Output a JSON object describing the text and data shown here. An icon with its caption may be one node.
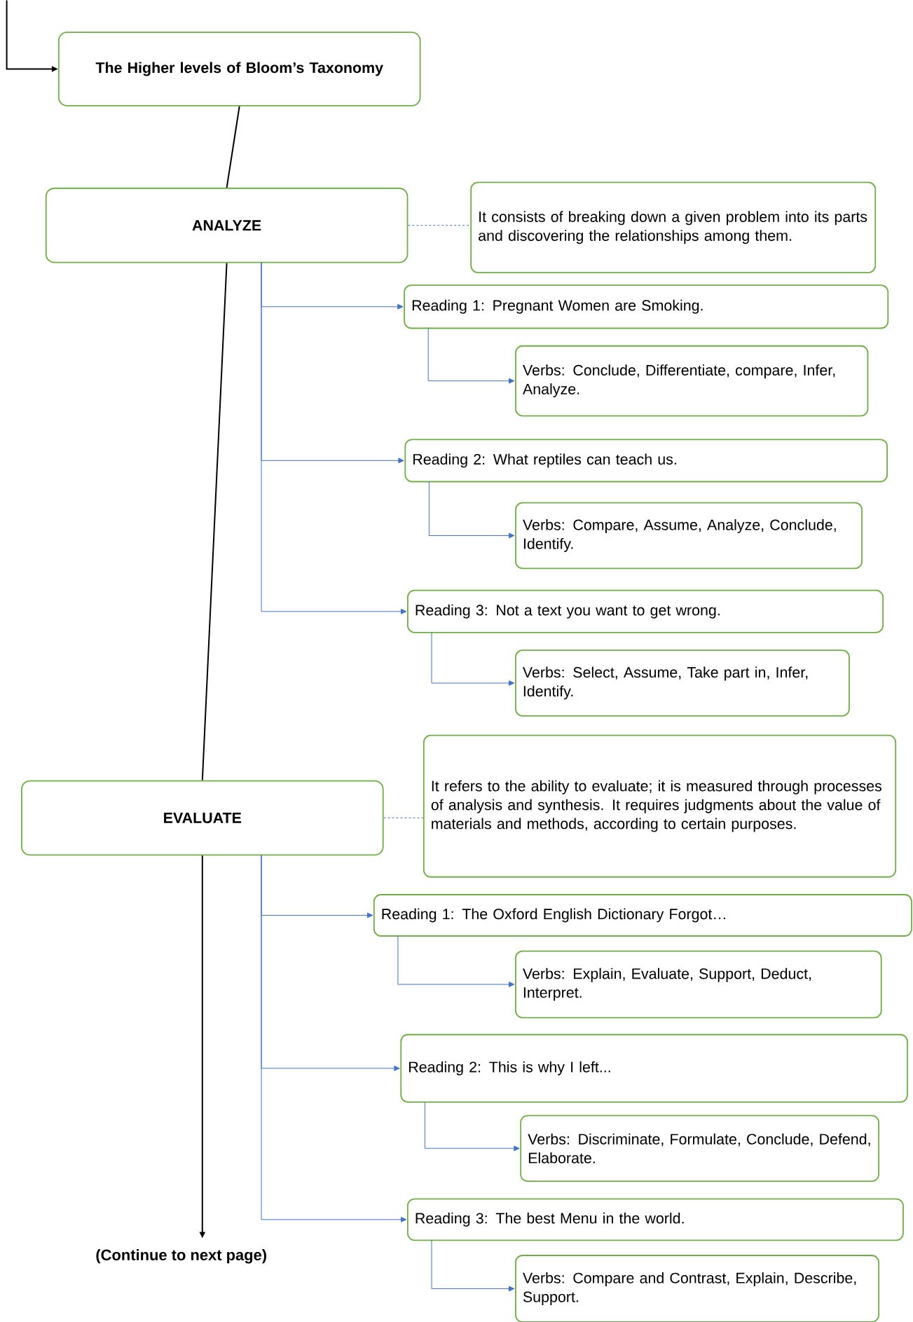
{
  "diagram": {
    "nodes": [
      {
        "text": [
          "The Higher levels of Bloom’s Taxonomy"
        ]
      },
      {
        "text": [
          "ANALYZE"
        ]
      },
      {
        "text": [
          "It consists of breaking down a given problem into its parts and discovering the relationships among them."
        ]
      },
      {
        "text": [
          "Reading 1: Pregnant Women are Smoking."
        ]
      },
      {
        "text": [
          "Verbs: Conclude, Differentiate, compare, Infer, Analyze."
        ]
      },
      {
        "text": [
          "Reading 2: What reptiles can teach us."
        ]
      },
      {
        "text": [
          "Verbs: Compare, Assume, Analyze, Conclude, Identify."
        ]
      },
      {
        "text": [
          "Reading 3: Not a text you want to get wrong."
        ]
      },
      {
        "text": [
          "Verbs: Select, Assume, Take part in, Infer, Identify."
        ]
      },
      {
        "text": [
          "EVALUATE"
        ]
      },
      {
        "text": [
          "It refers to the ability to evaluate; it is measured through processes of analysis and synthesis. It requires judgments about the value of materials and methods, according to certain purposes."
        ]
      },
      {
        "text": [
          "Reading 1: The Oxford English Dictionary Forgot…"
        ]
      },
      {
        "text": [
          "Verbs: Explain, Evaluate, Support, Deduct, Interpret."
        ]
      },
      {
        "text": [
          "Reading 2: This is why I left..."
        ]
      },
      {
        "text": [
          "Verbs: Discriminate, Formulate, Conclude, Defend, Elaborate."
        ]
      },
      {
        "text": [
          "Reading 3: The best Menu in the world."
        ]
      },
      {
        "text": [
          "Verbs: Compare and Contrast, Explain, Describe, Support."
        ]
      },
      {
        "text": [
          "(Continue to next page)"
        ]
      }
    ],
    "edges": [
      {
        "from": null,
        "to": 0,
        "arrow": "to",
        "color": "#000000"
      },
      {
        "from": 0,
        "to": 1,
        "arrow": "none",
        "color": "#000000"
      },
      {
        "from": 1,
        "to": 2,
        "arrow": "none",
        "style": "dashed"
      },
      {
        "from": 1,
        "to": 3,
        "arrow": "to"
      },
      {
        "from": 3,
        "to": 4,
        "arrow": "to"
      },
      {
        "from": 1,
        "to": 5,
        "arrow": "to"
      },
      {
        "from": 5,
        "to": 6,
        "arrow": "to"
      },
      {
        "from": 1,
        "to": 7,
        "arrow": "to"
      },
      {
        "from": 7,
        "to": 8,
        "arrow": "to"
      },
      {
        "from": 1,
        "to": 9,
        "arrow": "none",
        "color": "#000000"
      },
      {
        "from": 9,
        "to": 10,
        "arrow": "none",
        "style": "dashed"
      },
      {
        "from": 9,
        "to": 11,
        "arrow": "to"
      },
      {
        "from": 11,
        "to": 12,
        "arrow": "to"
      },
      {
        "from": 9,
        "to": 13,
        "arrow": "to"
      },
      {
        "from": 13,
        "to": 14,
        "arrow": "to"
      },
      {
        "from": 9,
        "to": 15,
        "arrow": "to"
      },
      {
        "from": 15,
        "to": 16,
        "arrow": "to"
      },
      {
        "from": 9,
        "to": 17,
        "arrow": "to",
        "color": "#000000"
      }
    ]
  }
}
